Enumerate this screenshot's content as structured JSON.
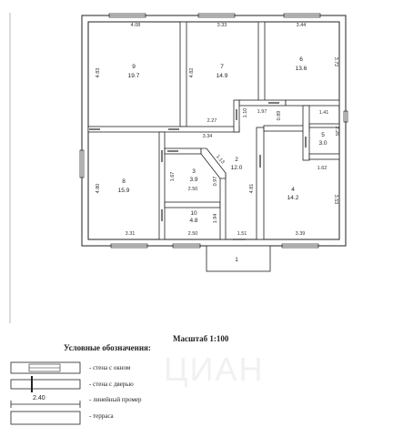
{
  "rooms": [
    {
      "number": "9",
      "area": "19.7"
    },
    {
      "number": "7",
      "area": "14.9"
    },
    {
      "number": "6",
      "area": "13.6"
    },
    {
      "number": "8",
      "area": "15.9"
    },
    {
      "number": "3",
      "area": "3.9"
    },
    {
      "number": "2",
      "area": "12.0"
    },
    {
      "number": "4",
      "area": "14.2"
    },
    {
      "number": "5",
      "area": "3.0"
    },
    {
      "number": "10",
      "area": "4.8"
    },
    {
      "number": "1",
      "area": ""
    }
  ],
  "dimensions": [
    "4.08",
    "4.83",
    "3.33",
    "4.82",
    "3.44",
    "3.72",
    "2.27",
    "1.10",
    "1.97",
    "0.89",
    "1.41",
    "2.26",
    "1.62",
    "3.34",
    "4.80",
    "3.31",
    "1.67",
    "2.50",
    "0.97",
    "1.13",
    "4.81",
    "3.53",
    "3.39",
    "1.94",
    "2.50",
    "1.51"
  ],
  "scale": "Масштаб 1:100",
  "legend": {
    "title": "Условные обозначения:",
    "items": [
      "- стена с окном",
      "- стена с дверью",
      "- линейный промер",
      "- терраса"
    ],
    "length_sample": "2.40"
  },
  "watermark": "ЦИАН"
}
